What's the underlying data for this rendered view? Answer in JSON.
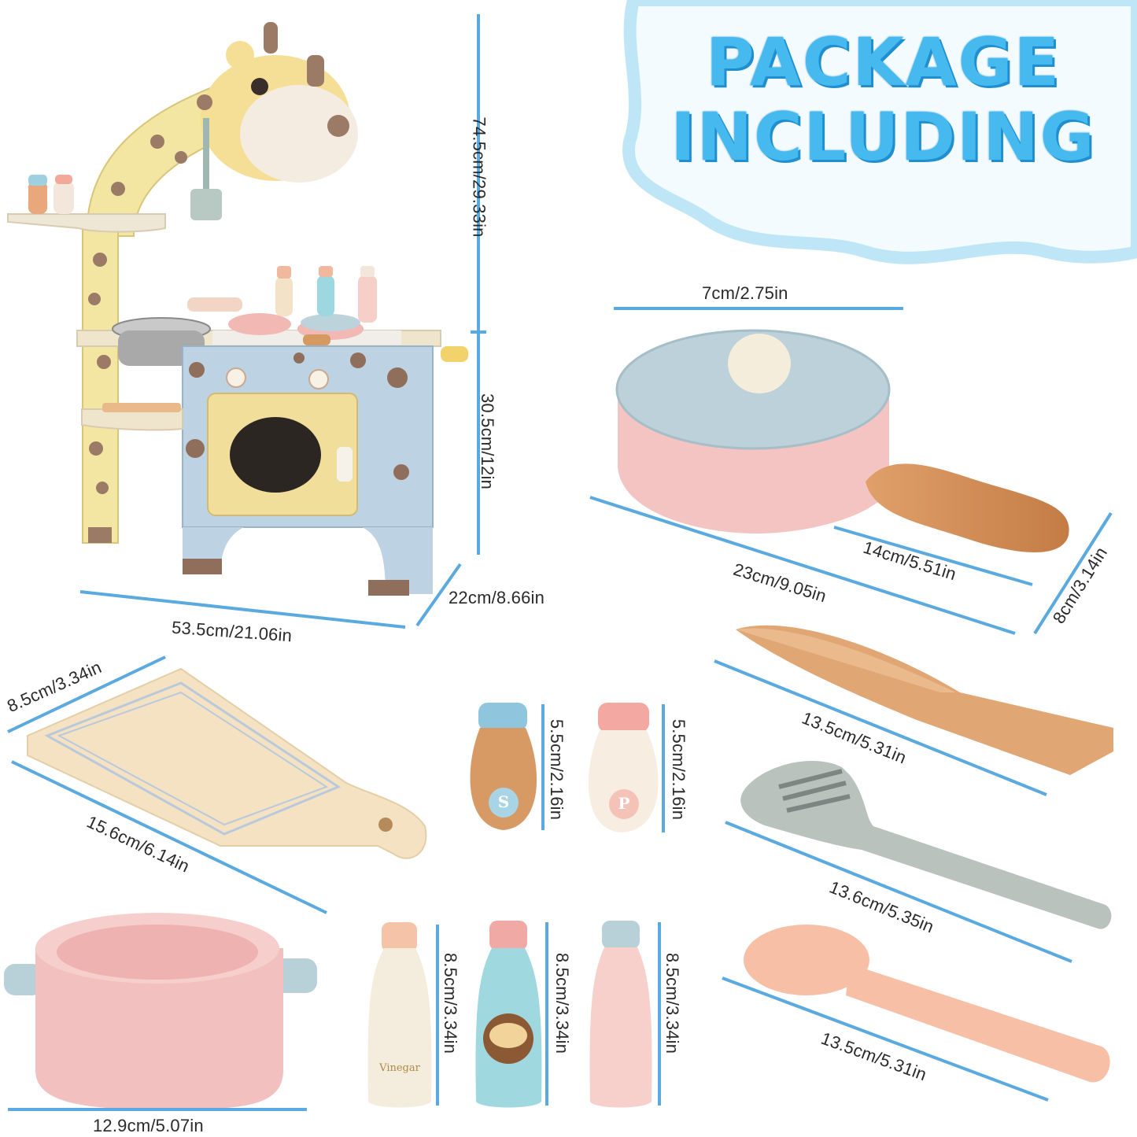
{
  "banner": {
    "line1": "PACKAGE",
    "line2": "INCLUDING"
  },
  "colors": {
    "title": "#46b9ef",
    "dimension_line": "#5aa9df",
    "cloud_border": "#bfe6f7"
  },
  "dimensions": {
    "kitchen_height": "74.5cm/29.33in",
    "kitchen_counter_height": "30.5cm/12in",
    "kitchen_depth": "22cm/8.66in",
    "kitchen_width": "53.5cm/21.06in",
    "pan_lid": "7cm/2.75in",
    "pan_diameter": "14cm/5.51in",
    "pan_length": "23cm/9.05in",
    "pan_height": "8cm/3.14in",
    "knife": "13.5cm/5.31in",
    "fork": "13.6cm/5.35in",
    "spoon": "13.5cm/5.31in",
    "board_width": "8.5cm/3.34in",
    "board_length": "15.6cm/6.14in",
    "salt": "5.5cm/2.16in",
    "pepper": "5.5cm/2.16in",
    "pot": "12.9cm/5.07in",
    "bottle1": "8.5cm/3.34in",
    "bottle2": "8.5cm/3.34in",
    "bottle3": "8.5cm/3.34in"
  },
  "labels": {
    "salt": "S",
    "pepper": "P",
    "vinegar": "Vinegar"
  },
  "icons": [
    "kitchen-playset",
    "frying-pan",
    "wooden-knife",
    "wooden-fork",
    "wooden-spoon",
    "cutting-board",
    "salt-shaker",
    "pepper-shaker",
    "cooking-pot",
    "vinegar-bottle",
    "sauce-bottle",
    "milk-bottle"
  ]
}
